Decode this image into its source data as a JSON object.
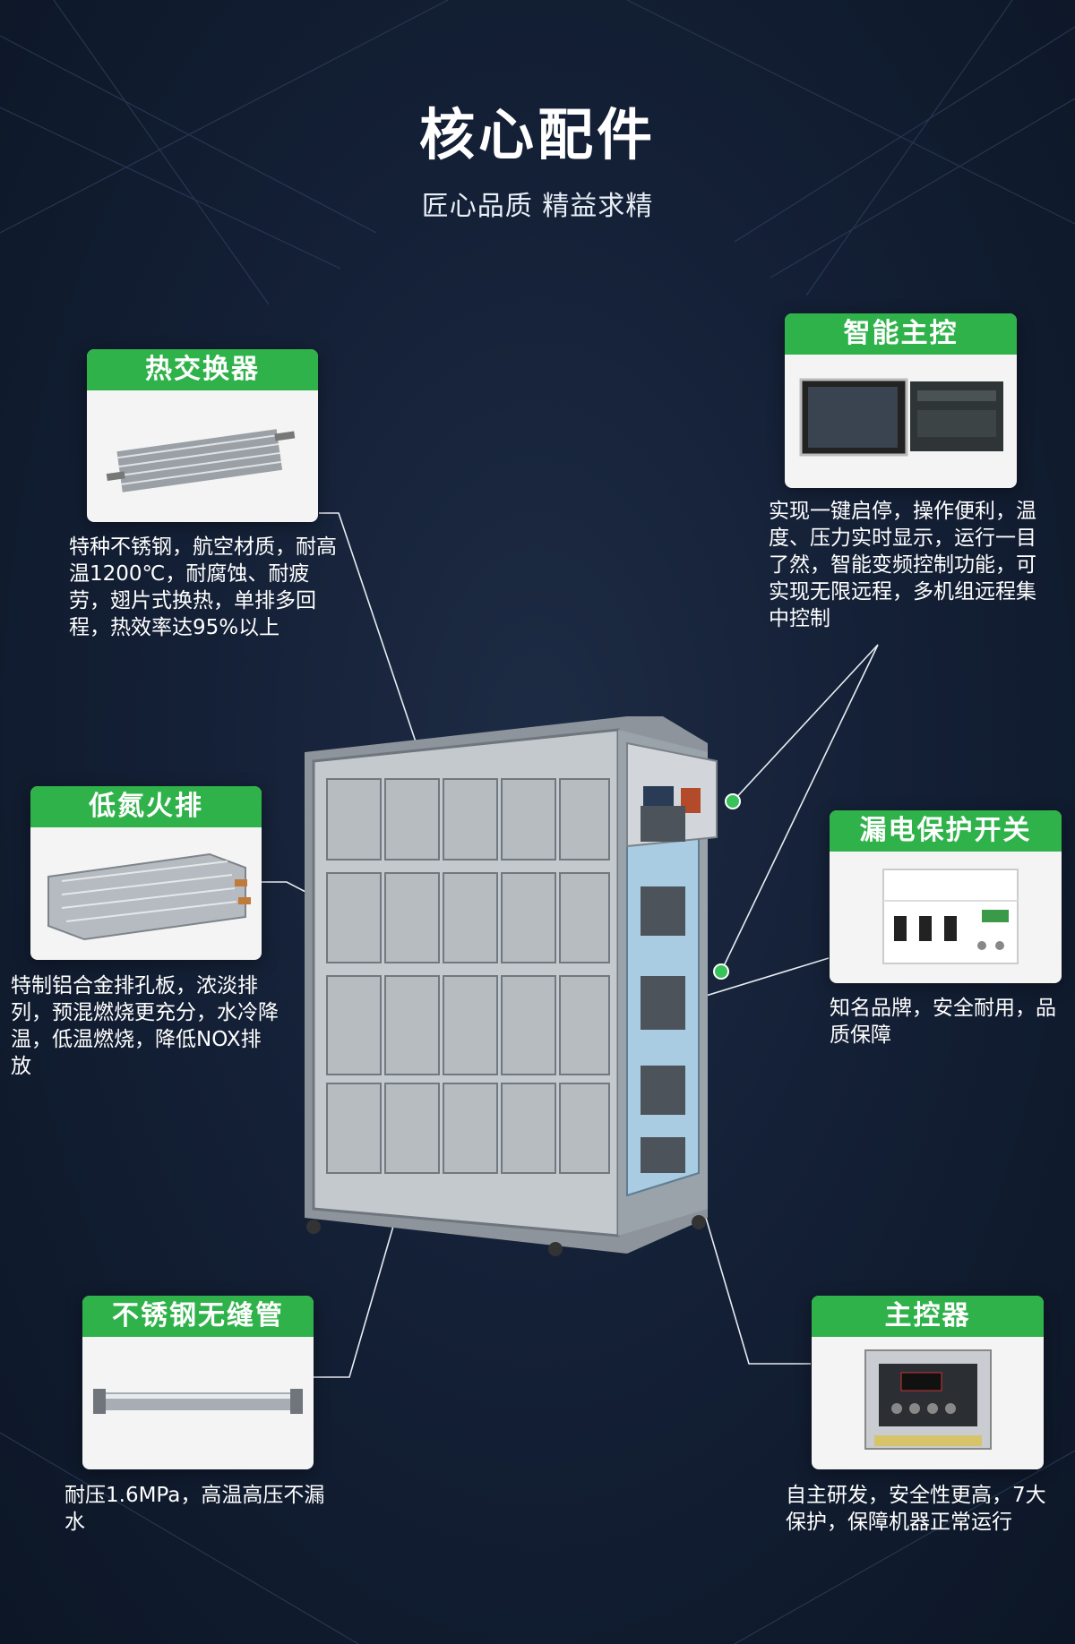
{
  "header": {
    "title": "核心配件",
    "subtitle": "匠心品质 精益求精"
  },
  "components": {
    "heat_exchanger": {
      "title": "热交换器",
      "desc": "特种不锈钢，航空材质，耐高温1200℃，耐腐蚀、耐疲劳，翅片式换热，单排多回程，热效率达95%以上"
    },
    "smart_control": {
      "title": "智能主控",
      "desc": "实现一键启停，操作便利，温度、压力实时显示，运行一目了然，智能变频控制功能，可实现无限远程，多机组远程集中控制"
    },
    "low_nox": {
      "title": "低氮火排",
      "desc": "特制铝合金排孔板，浓淡排列，预混燃烧更充分，水冷降温，低温燃烧，降低NOX排放"
    },
    "leakage_switch": {
      "title": "漏电保护开关",
      "desc": "知名品牌，安全耐用，品质保障"
    },
    "seamless_pipe": {
      "title": "不锈钢无缝管",
      "desc": "耐压1.6MPa，高温高压不漏水"
    },
    "main_controller": {
      "title": "主控器",
      "desc": "自主研发，安全性更高，7大保护，保障机器正常运行"
    }
  },
  "colors": {
    "accent": "#2fb24a",
    "background": "#142036",
    "card": "#f4f4f4"
  }
}
